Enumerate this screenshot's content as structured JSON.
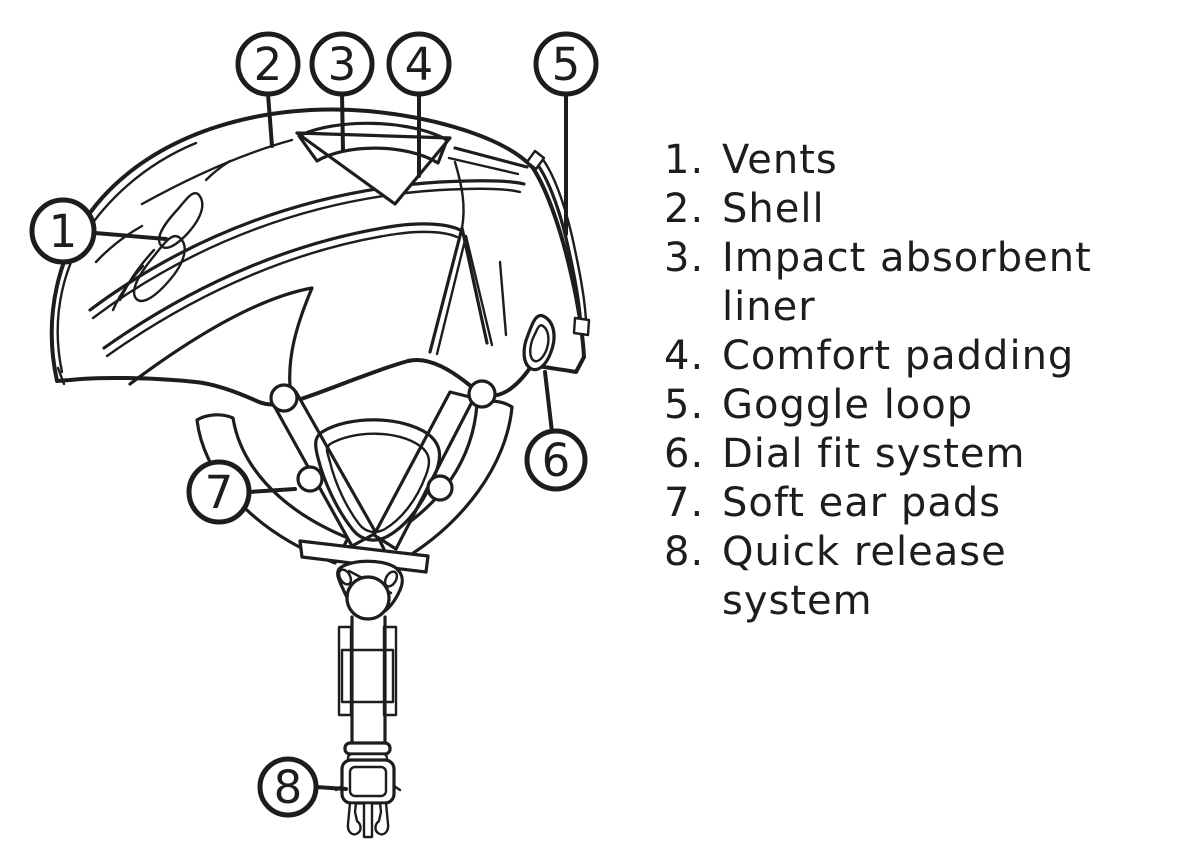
{
  "colors": {
    "line": "#1e1c1c",
    "background": "#ffffff"
  },
  "callouts": [
    {
      "number": "1"
    },
    {
      "number": "2"
    },
    {
      "number": "3"
    },
    {
      "number": "4"
    },
    {
      "number": "5"
    },
    {
      "number": "6"
    },
    {
      "number": "7"
    },
    {
      "number": "8"
    }
  ],
  "legend": {
    "items": [
      {
        "number": "1.",
        "label": "Vents"
      },
      {
        "number": "2.",
        "label": "Shell"
      },
      {
        "number": "3.",
        "label": "Impact absorbent\nliner"
      },
      {
        "number": "4.",
        "label": "Comfort padding"
      },
      {
        "number": "5.",
        "label": "Goggle loop"
      },
      {
        "number": "6.",
        "label": "Dial fit system"
      },
      {
        "number": "7.",
        "label": "Soft ear pads"
      },
      {
        "number": "8.",
        "label": "Quick release\nsystem"
      }
    ]
  }
}
